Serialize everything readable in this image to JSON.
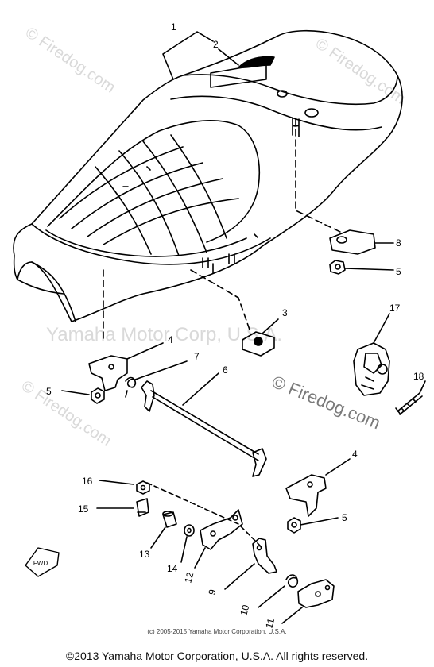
{
  "watermarks": {
    "firedog_1": "© Firedog.com",
    "firedog_2": "© Firedog.com",
    "yamaha_center": "Yamaha Motor Corp, U.S.A.",
    "firedog_3": "© Firedog.com",
    "firedog_4": "© Firedog.com"
  },
  "copyright_small": "(c) 2005-2015 Yamaha Motor Corporation, U.S.A.",
  "copyright_footer": "©2013 Yamaha Motor Corporation, U.S.A. All rights reserved.",
  "fwd_label": "FWD",
  "callouts": {
    "c1": "1",
    "c2": "2",
    "c3": "3",
    "c4a": "4",
    "c4b": "4",
    "c5a": "5",
    "c5b": "5",
    "c5c": "5",
    "c6": "6",
    "c7": "7",
    "c8": "8",
    "c9": "9",
    "c10": "10",
    "c11": "11",
    "c12": "12",
    "c13": "13",
    "c14": "14",
    "c15": "15",
    "c16": "16",
    "c17": "17",
    "c18": "18"
  }
}
